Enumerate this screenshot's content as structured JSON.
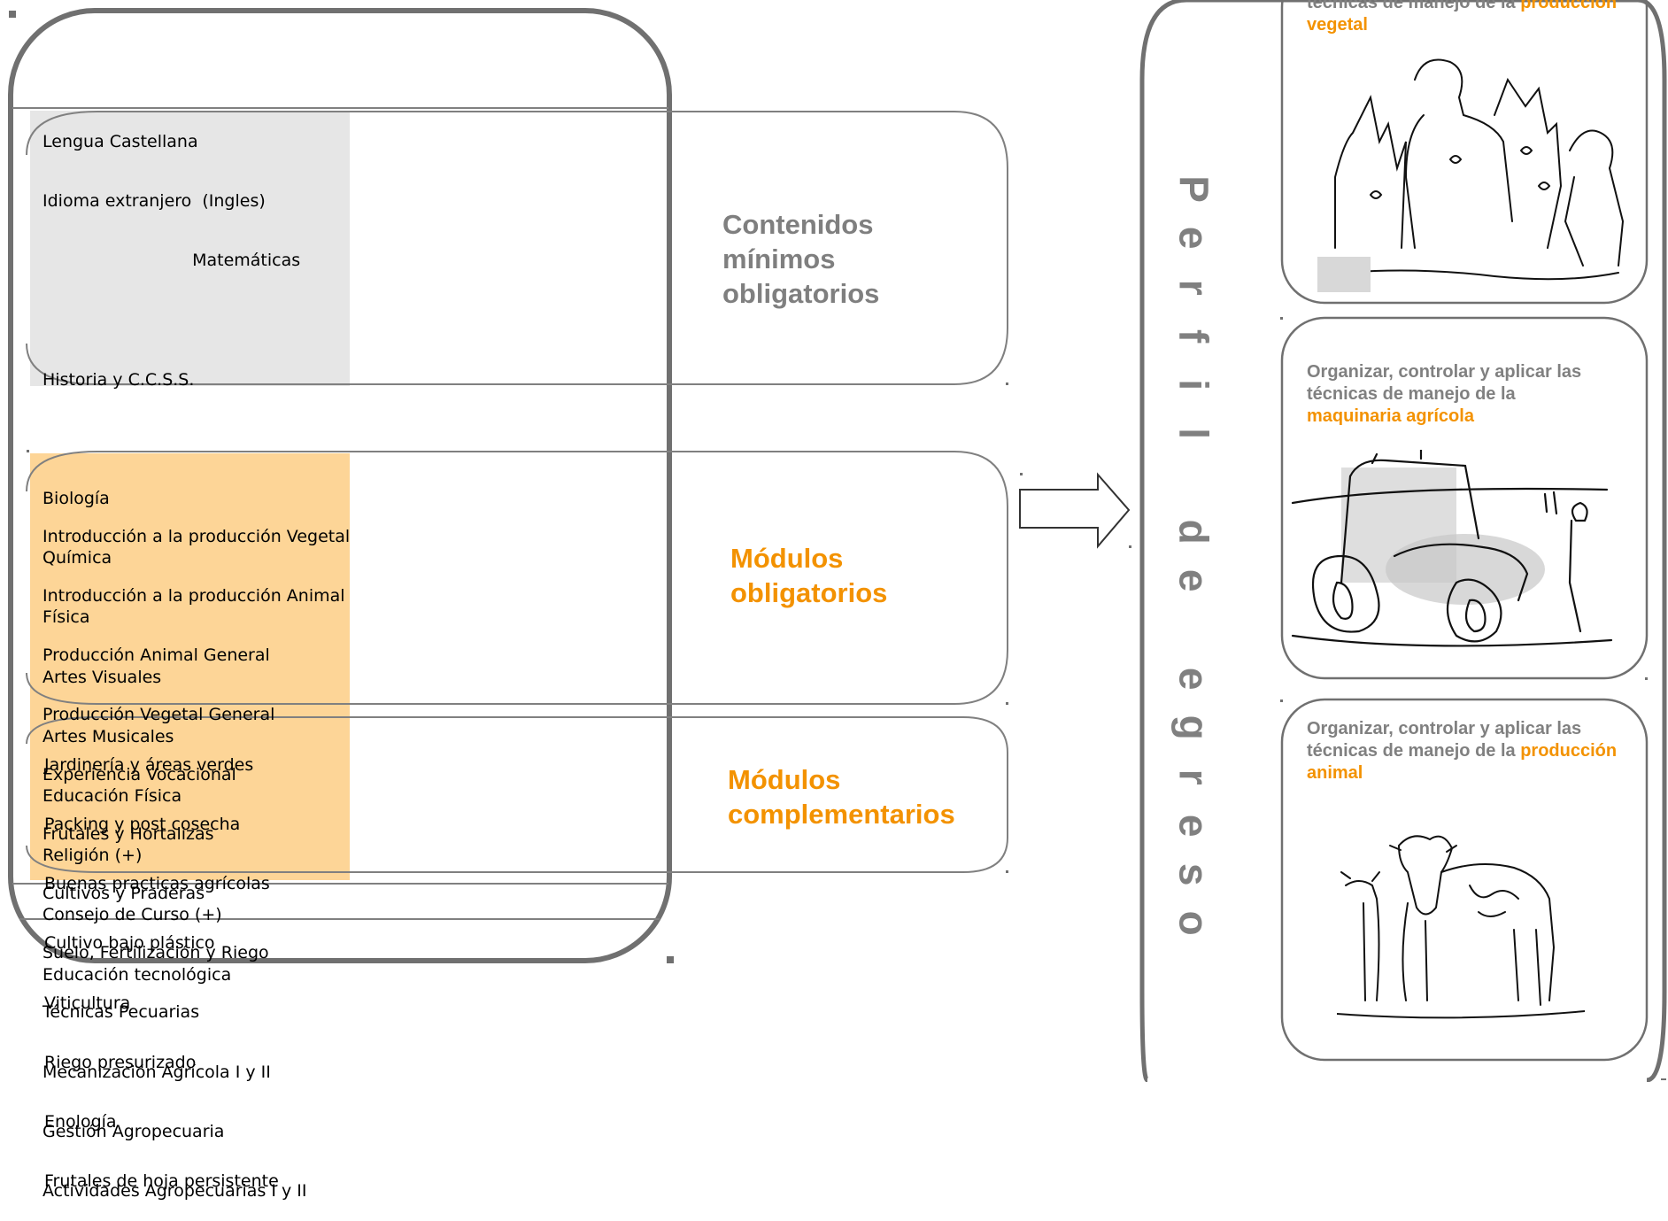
{
  "colors": {
    "accent": "#f39200",
    "gray_text": "#7f7f7f",
    "outline": "#707070",
    "light_gray_bg": "#e6e6e6",
    "orange_bg": "#fdd597"
  },
  "minimum_contents": {
    "label_lines": [
      "Contenidos",
      "mínimos",
      "obligatorios"
    ],
    "subjects": [
      "Lengua Castellana",
      "Idioma extranjero  (Ingles)",
      "                            Matemáticas",
      "",
      "Historia y C.C.S.S.",
      "",
      "Biología",
      "Química",
      "Física",
      "Artes Visuales",
      "Artes Musicales",
      "Educación Física",
      "Religión (+)",
      "Consejo de Curso (+)",
      "Educación tecnológica"
    ]
  },
  "mandatory_modules": {
    "label_lines": [
      "Módulos",
      "obligatorios"
    ],
    "subjects": [
      "Introducción a la producción Vegetal",
      "Introducción a la producción Animal",
      "Producción Animal General",
      "Producción Vegetal General",
      "Experiencia Vocacional",
      "Frutales y Hortalizas",
      "Cultivos y Praderas",
      "Suelo, Fertilización y Riego",
      "Técnicas Pecuarias",
      "Mecanización Agrícola I y II",
      "Gestión Agropecuaria",
      "Actividades Agropecuarias I y II"
    ]
  },
  "complementary_modules": {
    "label_lines": [
      "Módulos",
      "complementarios"
    ],
    "subjects": [
      "Jardinería y áreas verdes",
      "Packing y post cosecha",
      "Buenas practicas agrícolas",
      "Cultivo bajo plástico",
      "Viticultura",
      "Riego presurizado",
      "Enología",
      "Frutales de hoja persistente"
    ]
  },
  "arrow_icon": "right-arrow-icon",
  "graduate_profile": {
    "title_letters": [
      "P",
      "e",
      "r",
      "f",
      "i",
      "l",
      " ",
      "d",
      "e",
      " ",
      "e",
      "g",
      "r",
      "e",
      "s",
      "o"
    ],
    "cards": [
      {
        "text_lines": [
          "técnicas de manejo de la "
        ],
        "highlight_inline": "producción",
        "highlight_line": "vegetal",
        "image": "vineyard-workers-sketch-icon"
      },
      {
        "text_lines": [
          "Organizar, controlar y aplicar las",
          "técnicas de manejo de la"
        ],
        "highlight_line": "maquinaria agrícola",
        "image": "tractor-sketch-icon"
      },
      {
        "text_lines": [
          "Organizar, controlar y aplicar las",
          "técnicas de manejo de la "
        ],
        "highlight_inline": "producción",
        "highlight_line": "animal",
        "image": "cattle-sketch-icon"
      }
    ]
  }
}
